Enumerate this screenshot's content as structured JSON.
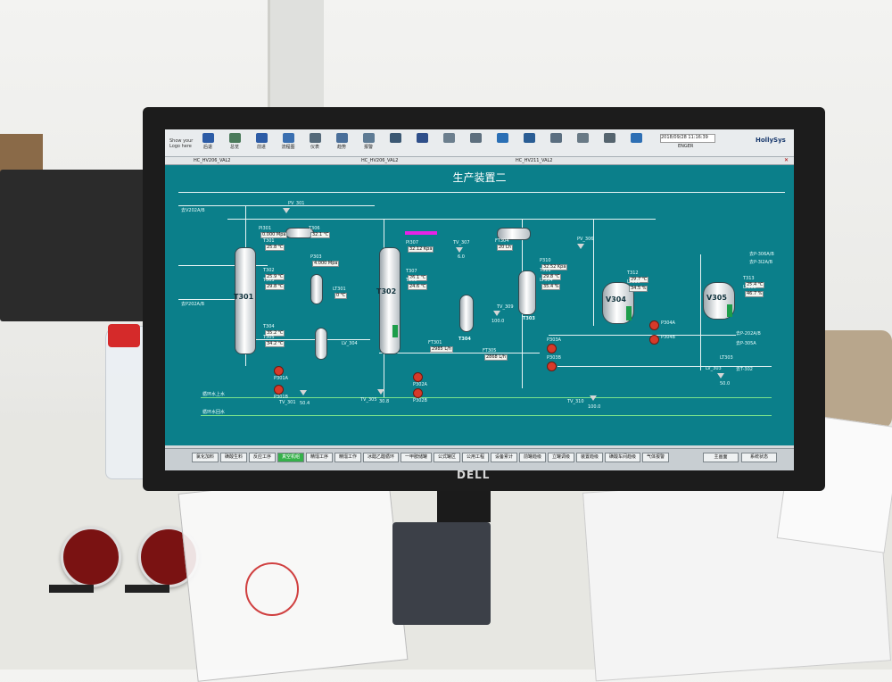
{
  "toolbar": {
    "intro": "Show your Logo here",
    "buttons": [
      {
        "label": "后退",
        "icon": "back-arrow-icon",
        "color": "#2d5ca6"
      },
      {
        "label": "总览",
        "icon": "overview-icon",
        "color": "#4a7a5a"
      },
      {
        "label": "前进",
        "icon": "forward-arrow-icon",
        "color": "#2d5ca6"
      },
      {
        "label": "流程图",
        "icon": "flowchart-icon",
        "color": "#3a6fb0"
      },
      {
        "label": "仪表",
        "icon": "grid-icon",
        "color": "#556a7a"
      },
      {
        "label": "趋势",
        "icon": "trend-icon",
        "color": "#4a6f9a"
      },
      {
        "label": "报警",
        "icon": "alarm-icon",
        "color": "#5e7b94"
      },
      {
        "label": "",
        "icon": "monitor-icon",
        "color": "#3b5873"
      },
      {
        "label": "",
        "icon": "person-icon",
        "color": "#2f4f8a"
      },
      {
        "label": "",
        "icon": "document-icon",
        "color": "#6c7f8e"
      },
      {
        "label": "",
        "icon": "notes-icon",
        "color": "#5d6f7e"
      },
      {
        "label": "",
        "icon": "magnifier-icon",
        "color": "#2a6fb5"
      },
      {
        "label": "",
        "icon": "display-icon",
        "color": "#2a5d94"
      },
      {
        "label": "",
        "icon": "key-icon",
        "color": "#5a6e80"
      },
      {
        "label": "",
        "icon": "disk-icon",
        "color": "#697a86"
      },
      {
        "label": "",
        "icon": "printer-icon",
        "color": "#55646e"
      },
      {
        "label": "",
        "icon": "help-icon",
        "color": "#2e6fb4"
      }
    ],
    "datetime": "2018/09/28 11:16:39",
    "weekday": "",
    "user": "ENGER",
    "station": "",
    "brand": "HollySys"
  },
  "tabs": [
    "HC_HV206_VAL2",
    "HC_HV206_VAL2",
    "HC_HV211_VAL2"
  ],
  "process": {
    "title": "生产装置二",
    "vessels": [
      {
        "name": "T301"
      },
      {
        "name": "T302"
      },
      {
        "name": "T303"
      },
      {
        "name": "T304"
      },
      {
        "name": "V304"
      },
      {
        "name": "V305"
      }
    ],
    "tags": {
      "tv301": "TV_301",
      "tv305": "TV_305",
      "tv310": "TV_310",
      "tv307": "TV_307",
      "tv309": "TV_309",
      "pv301": "PV_301",
      "pv306": "PV_306",
      "lv303": "LV_303",
      "lv304": "LV_304",
      "lt303": "LT303",
      "p301a": "P301A",
      "p301b": "P301B",
      "p302a": "P302A",
      "p302b": "P302B",
      "p303a": "P303A",
      "p303b": "P303B",
      "p304a": "P304A",
      "p304b": "P304B",
      "circ_upper": "循环水上水",
      "circ_return": "循环水回水",
      "val_100": "100.0",
      "val_504": "50.4",
      "val_308": "30.8",
      "val_500": "50.0",
      "val_60": "6.0",
      "val_1000": "100.0"
    },
    "readings": [
      {
        "name": "T306",
        "value": "32.1 ℃"
      },
      {
        "name": "PI301",
        "value": "0.000 Mpa"
      },
      {
        "name": "T301",
        "value": "25.8 ℃"
      },
      {
        "name": "P303",
        "value": "4.000 Mpa"
      },
      {
        "name": "T302",
        "value": "25.9 ℃"
      },
      {
        "name": "T303",
        "value": "29.8 ℃"
      },
      {
        "name": "T304",
        "value": "35.2 ℃"
      },
      {
        "name": "T305",
        "value": "34.2 ℃"
      },
      {
        "name": "LT301",
        "value": "0 ℃"
      },
      {
        "name": "FT304",
        "value": "20 Lh"
      },
      {
        "name": "P310",
        "value": "32.52 Kpa"
      },
      {
        "name": "T311",
        "value": "29.8 ℃"
      },
      {
        "name": "LT304",
        "value": "35.4 %"
      },
      {
        "name": "T312",
        "value": "29.7 ℃"
      },
      {
        "name": "LT305",
        "value": "34.5 %"
      },
      {
        "name": "T313",
        "value": "25.4 ℃"
      },
      {
        "name": "LT306",
        "value": "46.7 %"
      },
      {
        "name": "PI307",
        "value": "32.12 Kpa"
      },
      {
        "name": "T307",
        "value": "26.1 ℃"
      },
      {
        "name": "T308",
        "value": "24.6 ℃"
      },
      {
        "name": "FT301",
        "value": "2985 L/h"
      },
      {
        "name": "FT305",
        "value": "2868 L/h"
      }
    ],
    "outlets": [
      "去P-306A/B",
      "去P-3l2A/B",
      "去P-202A/B",
      "去P-305A",
      "去T-302",
      "去V202A/B",
      "去P202A/B"
    ]
  },
  "nav": {
    "buttons": [
      "氯化加料",
      "磺酸生料",
      "反应工序",
      "真空机组",
      "精馏工序",
      "精馏工作",
      "冰醋乙醛循环",
      "一甲胺储罐",
      "公式罐区",
      "公用工程",
      "设备累计",
      "前罐趋级",
      "立罐调级",
      "装置趋级",
      "磺酸车间趋级",
      "气体报警"
    ],
    "active": 3,
    "right_buttons": [
      "主画面",
      "系统状态"
    ]
  },
  "monitor": {
    "brand_logo": "DELL"
  }
}
